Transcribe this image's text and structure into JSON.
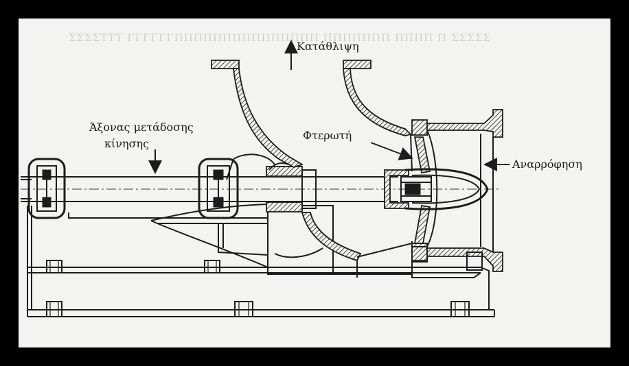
{
  "labels": {
    "discharge": "Κατάθλιψη",
    "shaft_line1": "Άξονας μετάδοσης",
    "shaft_line2": "κίνησης",
    "impeller": "Φτερωτή",
    "suction": "Αναρρόφηση"
  },
  "colors": {
    "frame": "#000000",
    "paper": "#f3f3f1",
    "ink": "#1c1c1c"
  }
}
